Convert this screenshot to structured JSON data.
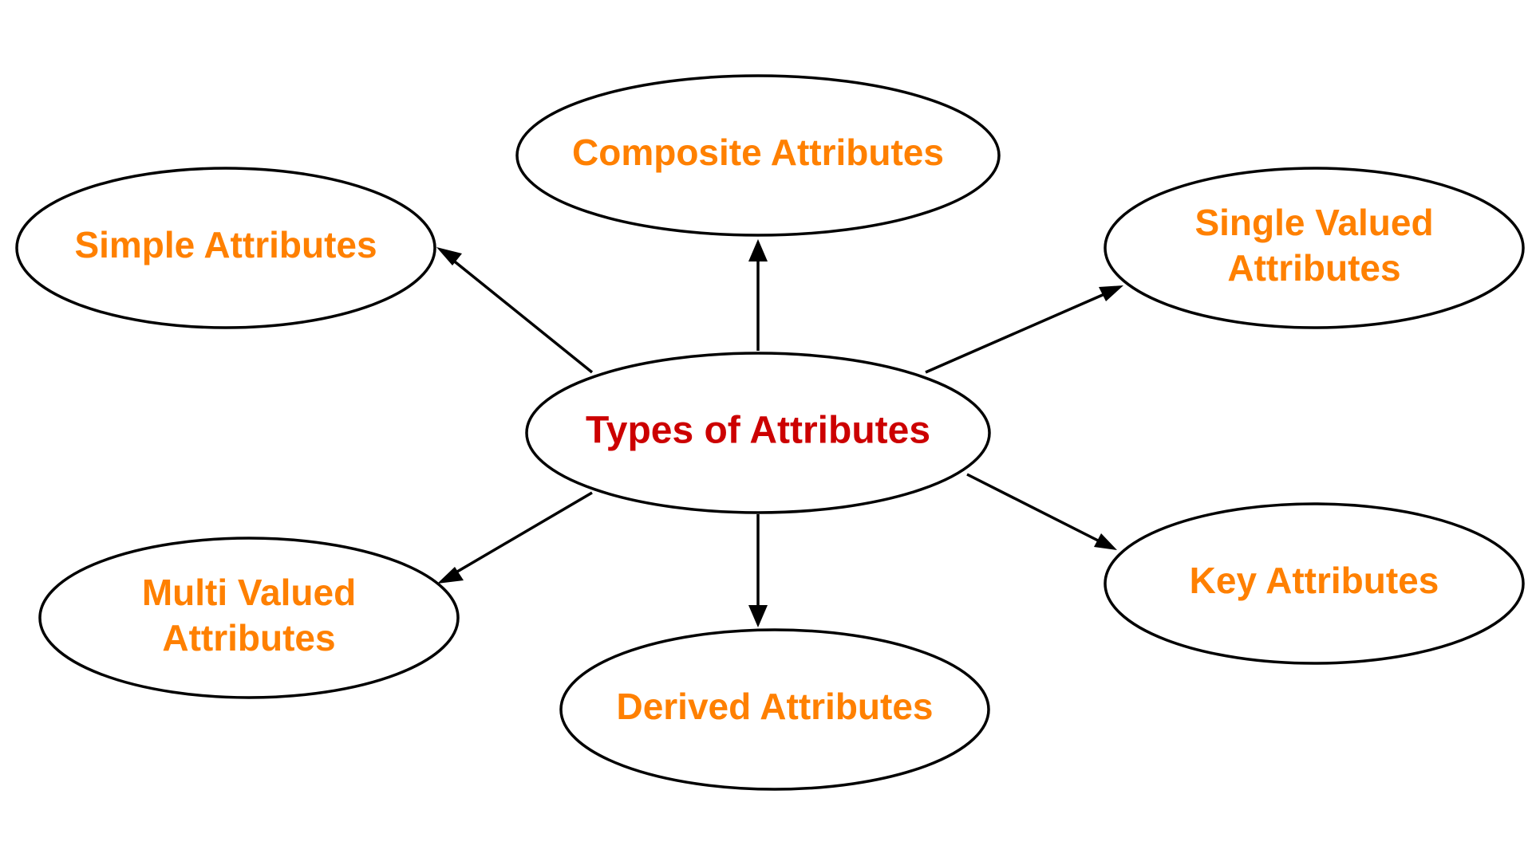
{
  "diagram": {
    "center": {
      "label": "Types of Attributes"
    },
    "nodes": [
      {
        "id": "simple",
        "lines": [
          "Simple Attributes"
        ]
      },
      {
        "id": "composite",
        "lines": [
          "Composite Attributes"
        ]
      },
      {
        "id": "single-valued",
        "lines": [
          "Single Valued",
          "Attributes"
        ]
      },
      {
        "id": "multi-valued",
        "lines": [
          "Multi Valued",
          "Attributes"
        ]
      },
      {
        "id": "derived",
        "lines": [
          "Derived Attributes"
        ]
      },
      {
        "id": "key",
        "lines": [
          "Key Attributes"
        ]
      }
    ],
    "edges": [
      {
        "from": "center",
        "to": "simple"
      },
      {
        "from": "center",
        "to": "composite"
      },
      {
        "from": "center",
        "to": "single-valued"
      },
      {
        "from": "center",
        "to": "multi-valued"
      },
      {
        "from": "center",
        "to": "derived"
      },
      {
        "from": "center",
        "to": "key"
      }
    ]
  },
  "colors": {
    "center_text": "#cc0000",
    "node_text": "#ff8000",
    "stroke": "#000000",
    "background": "#ffffff"
  }
}
